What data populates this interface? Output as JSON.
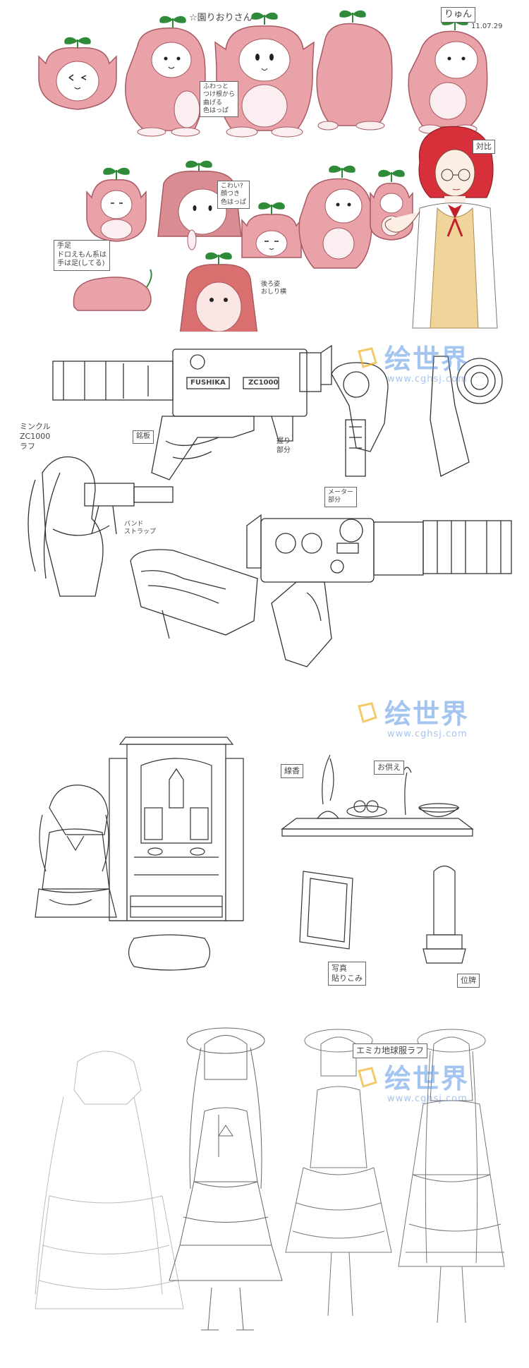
{
  "watermark": {
    "main": "绘世界",
    "sub": "www.cghsj.com",
    "color": "#5a96e1"
  },
  "panel1": {
    "title": "☆園りおりさん",
    "signature": "りゅん",
    "date": "11.07.29",
    "note_side": "ふわっと\nつけ根から\n曲げる\n色はっぱ",
    "note_pose": "こわい?\n顔つき\n色はっぱ",
    "note_compare": "対比",
    "note_hand": "手足\nドロえもん系は\n手は足(してる)",
    "note_back": "後ろ姿\nおしり横",
    "mascot_color": "#e9a3a8",
    "belly_color": "#fbeef0",
    "leaf_color": "#2f8a3a",
    "hair_color": "#d8303a"
  },
  "panel2": {
    "label_camera": "ミンクル\nZC1000\nラフ",
    "brand": "FUSHIKA",
    "model": "ZC1000",
    "note_grip": "銘板",
    "note_trigger": "握り\n部分",
    "note_meter": "メーター\n部分",
    "note_strap": "バンド\nストラップ"
  },
  "panel3": {
    "note_incense": "線香",
    "note_offering": "お供え",
    "note_photo": "写真\n貼りこみ",
    "note_tablet": "位牌"
  },
  "panel4": {
    "title": "エミカ地球服ラフ"
  }
}
